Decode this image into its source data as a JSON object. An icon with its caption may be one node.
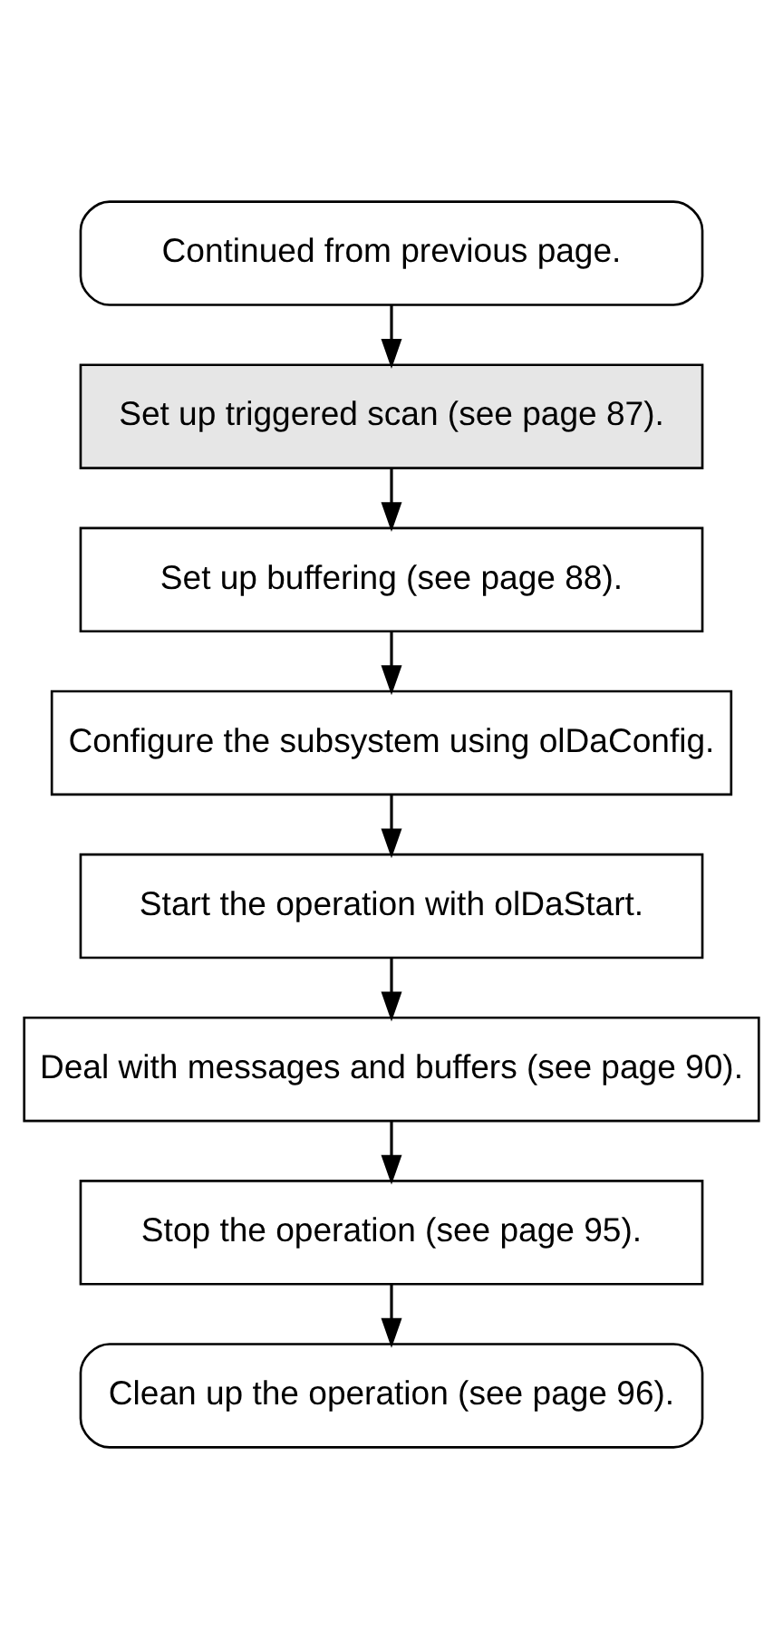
{
  "diagram": {
    "nodes": [
      {
        "text": [
          "Continued from previous page."
        ]
      },
      {
        "text": [
          "Set up triggered scan (see page 87)."
        ]
      },
      {
        "text": [
          "Set up buffering (see page 88)."
        ]
      },
      {
        "text": [
          "Configure the subsystem using olDaConfig."
        ]
      },
      {
        "text": [
          "Start the operation with olDaStart."
        ]
      },
      {
        "text": [
          "Deal with messages and buffers (see page 90)."
        ]
      },
      {
        "text": [
          "Stop the operation (see page 95)."
        ]
      },
      {
        "text": [
          "Clean up the operation (see page 96)."
        ]
      }
    ],
    "edges": [
      {
        "from": 0,
        "to": 1,
        "arrow": "to"
      },
      {
        "from": 1,
        "to": 2,
        "arrow": "to"
      },
      {
        "from": 2,
        "to": 3,
        "arrow": "to"
      },
      {
        "from": 3,
        "to": 4,
        "arrow": "to"
      },
      {
        "from": 4,
        "to": 5,
        "arrow": "to"
      },
      {
        "from": 5,
        "to": 6,
        "arrow": "to"
      },
      {
        "from": 6,
        "to": 7,
        "arrow": "to"
      }
    ]
  }
}
